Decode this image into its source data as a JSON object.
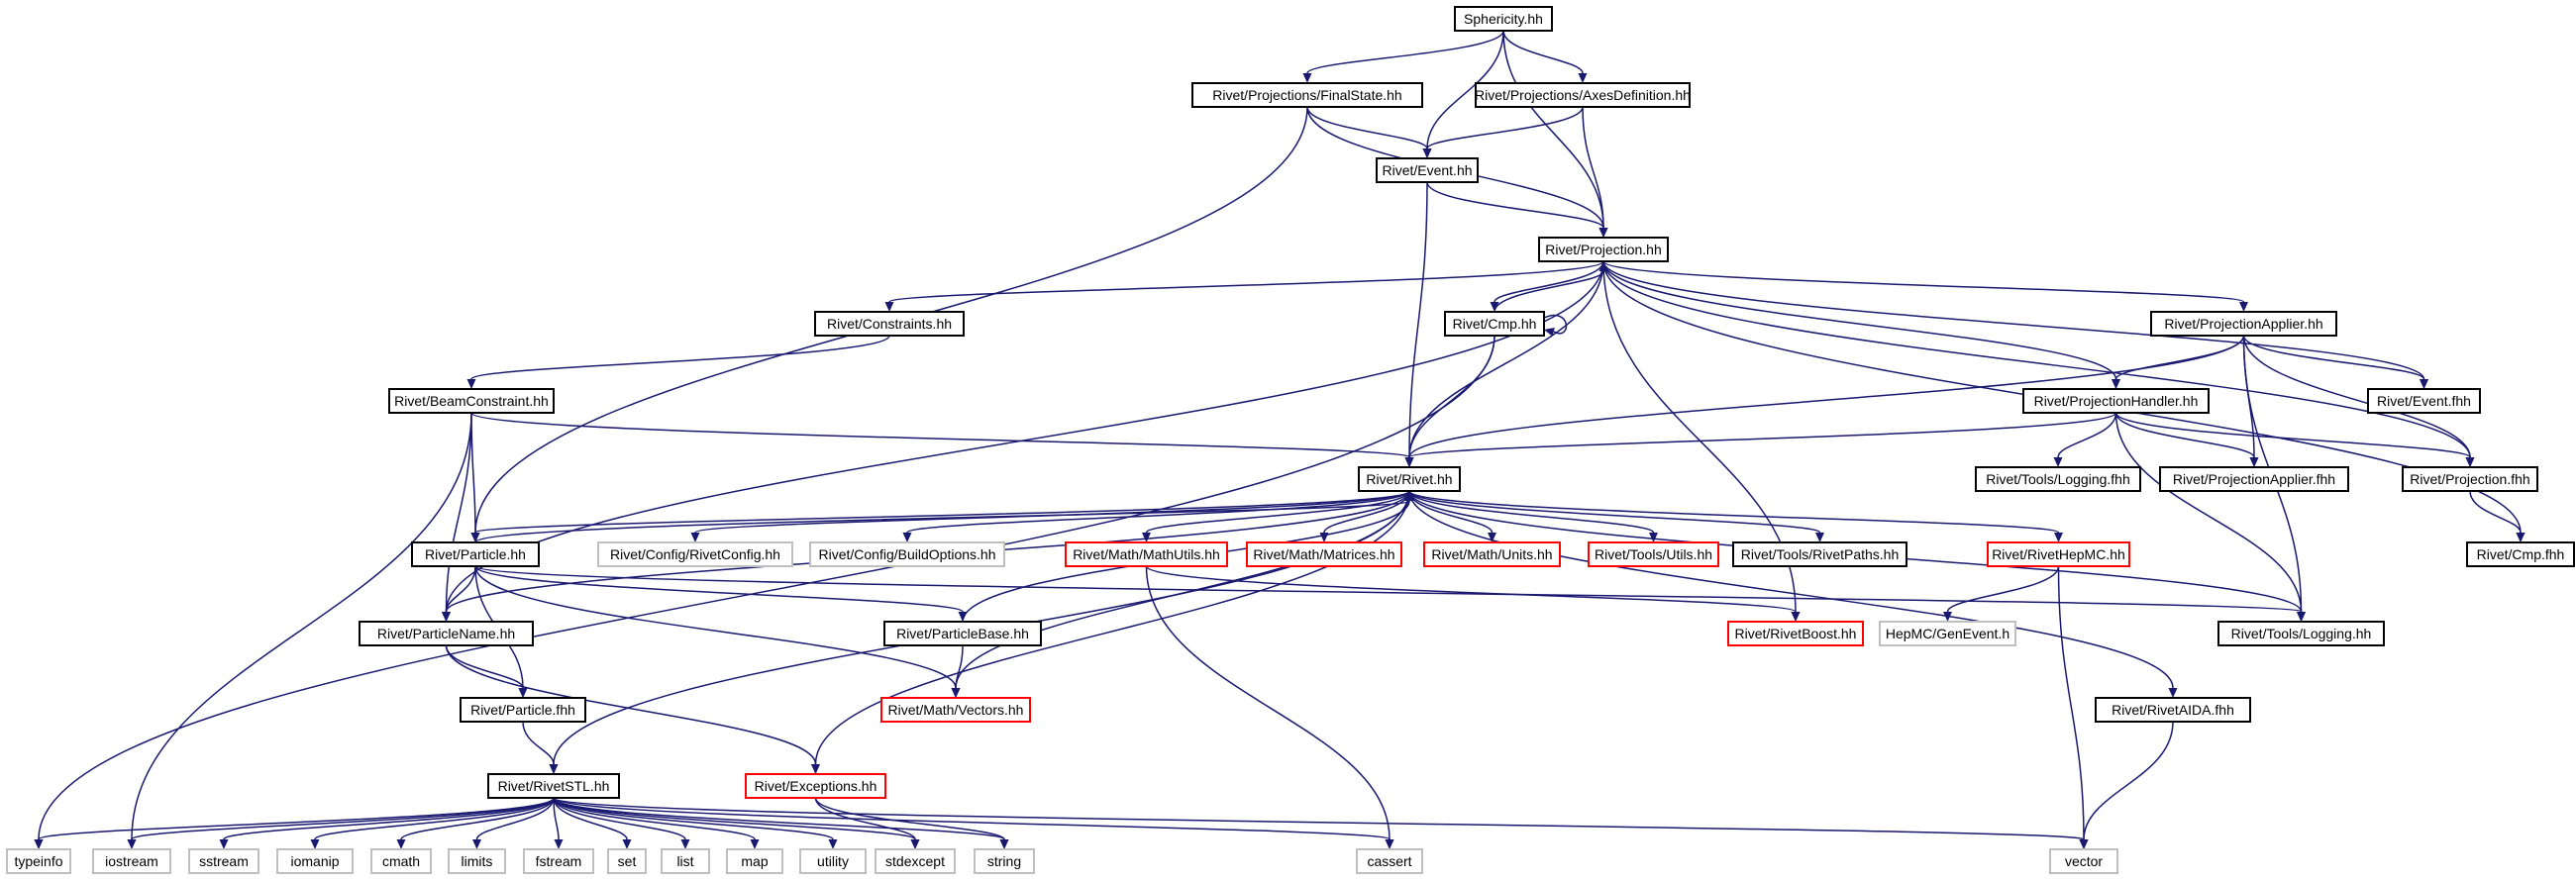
{
  "title": "Sphericity.hh",
  "colors": {
    "edge": "#191970",
    "root_fill": "#bfbfbf",
    "border_black": "#000000",
    "border_red": "#ff0000",
    "border_gray": "#bfbfbf"
  },
  "nodes": [
    {
      "id": "sphericity",
      "label": "Sphericity.hh",
      "style": "root"
    },
    {
      "id": "finalstate",
      "label": "Rivet/Projections/FinalState.hh",
      "style": "black"
    },
    {
      "id": "axesdef",
      "label": "Rivet/Projections/AxesDefinition.hh",
      "style": "black"
    },
    {
      "id": "event",
      "label": "Rivet/Event.hh",
      "style": "black"
    },
    {
      "id": "projection",
      "label": "Rivet/Projection.hh",
      "style": "black"
    },
    {
      "id": "constraints",
      "label": "Rivet/Constraints.hh",
      "style": "black"
    },
    {
      "id": "cmp",
      "label": "Rivet/Cmp.hh",
      "style": "black"
    },
    {
      "id": "projapplier",
      "label": "Rivet/ProjectionApplier.hh",
      "style": "black"
    },
    {
      "id": "beamconstraint",
      "label": "Rivet/BeamConstraint.hh",
      "style": "black"
    },
    {
      "id": "projhandler",
      "label": "Rivet/ProjectionHandler.hh",
      "style": "black"
    },
    {
      "id": "eventfhh",
      "label": "Rivet/Event.fhh",
      "style": "black"
    },
    {
      "id": "rivet",
      "label": "Rivet/Rivet.hh",
      "style": "black"
    },
    {
      "id": "toolslogfhh",
      "label": "Rivet/Tools/Logging.fhh",
      "style": "black"
    },
    {
      "id": "projapplierfhh",
      "label": "Rivet/ProjectionApplier.fhh",
      "style": "black"
    },
    {
      "id": "projfhh",
      "label": "Rivet/Projection.fhh",
      "style": "black"
    },
    {
      "id": "particle",
      "label": "Rivet/Particle.hh",
      "style": "black"
    },
    {
      "id": "rivetconfig",
      "label": "Rivet/Config/RivetConfig.hh",
      "style": "gray"
    },
    {
      "id": "buildoptions",
      "label": "Rivet/Config/BuildOptions.hh",
      "style": "gray"
    },
    {
      "id": "mathutils",
      "label": "Rivet/Math/MathUtils.hh",
      "style": "red"
    },
    {
      "id": "matrices",
      "label": "Rivet/Math/Matrices.hh",
      "style": "red"
    },
    {
      "id": "units",
      "label": "Rivet/Math/Units.hh",
      "style": "red"
    },
    {
      "id": "utils",
      "label": "Rivet/Tools/Utils.hh",
      "style": "red"
    },
    {
      "id": "rivetpaths",
      "label": "Rivet/Tools/RivetPaths.hh",
      "style": "black"
    },
    {
      "id": "rivethepmc",
      "label": "Rivet/RivetHepMC.hh",
      "style": "red"
    },
    {
      "id": "cmpfhh",
      "label": "Rivet/Cmp.fhh",
      "style": "black"
    },
    {
      "id": "particlename",
      "label": "Rivet/ParticleName.hh",
      "style": "black"
    },
    {
      "id": "particlebase",
      "label": "Rivet/ParticleBase.hh",
      "style": "black"
    },
    {
      "id": "rivetboost",
      "label": "Rivet/RivetBoost.hh",
      "style": "red"
    },
    {
      "id": "genevent",
      "label": "HepMC/GenEvent.h",
      "style": "gray"
    },
    {
      "id": "logging",
      "label": "Rivet/Tools/Logging.hh",
      "style": "black"
    },
    {
      "id": "particlefhh",
      "label": "Rivet/Particle.fhh",
      "style": "black"
    },
    {
      "id": "vectors",
      "label": "Rivet/Math/Vectors.hh",
      "style": "red"
    },
    {
      "id": "aidafhh",
      "label": "Rivet/RivetAIDA.fhh",
      "style": "black"
    },
    {
      "id": "exceptions",
      "label": "Rivet/Exceptions.hh",
      "style": "red"
    },
    {
      "id": "rivetstl",
      "label": "Rivet/RivetSTL.hh",
      "style": "black"
    },
    {
      "id": "typeinfo",
      "label": "typeinfo",
      "style": "gray"
    },
    {
      "id": "iostream",
      "label": "iostream",
      "style": "gray"
    },
    {
      "id": "sstream",
      "label": "sstream",
      "style": "gray"
    },
    {
      "id": "iomanip",
      "label": "iomanip",
      "style": "gray"
    },
    {
      "id": "cmath",
      "label": "cmath",
      "style": "gray"
    },
    {
      "id": "limits",
      "label": "limits",
      "style": "gray"
    },
    {
      "id": "fstream",
      "label": "fstream",
      "style": "gray"
    },
    {
      "id": "set",
      "label": "set",
      "style": "gray"
    },
    {
      "id": "list",
      "label": "list",
      "style": "gray"
    },
    {
      "id": "map",
      "label": "map",
      "style": "gray"
    },
    {
      "id": "utility",
      "label": "utility",
      "style": "gray"
    },
    {
      "id": "stdexcept",
      "label": "stdexcept",
      "style": "gray"
    },
    {
      "id": "string",
      "label": "string",
      "style": "gray"
    },
    {
      "id": "cassert",
      "label": "cassert",
      "style": "gray"
    },
    {
      "id": "vector",
      "label": "vector",
      "style": "gray"
    }
  ],
  "edges": [
    [
      "sphericity",
      "finalstate"
    ],
    [
      "sphericity",
      "event"
    ],
    [
      "sphericity",
      "axesdef"
    ],
    [
      "sphericity",
      "projection"
    ],
    [
      "finalstate",
      "particle"
    ],
    [
      "finalstate",
      "event"
    ],
    [
      "finalstate",
      "projection"
    ],
    [
      "axesdef",
      "event"
    ],
    [
      "axesdef",
      "projection"
    ],
    [
      "event",
      "projection"
    ],
    [
      "event",
      "rivet"
    ],
    [
      "projection",
      "constraints"
    ],
    [
      "projection",
      "cmp"
    ],
    [
      "projection",
      "rivet"
    ],
    [
      "projection",
      "projapplier"
    ],
    [
      "projection",
      "projhandler"
    ],
    [
      "projection",
      "eventfhh"
    ],
    [
      "projection",
      "projfhh"
    ],
    [
      "projection",
      "cmpfhh"
    ],
    [
      "projection",
      "particlename"
    ],
    [
      "projection",
      "rivetboost"
    ],
    [
      "constraints",
      "beamconstraint"
    ],
    [
      "cmp",
      "projection"
    ],
    [
      "cmp",
      "cmp"
    ],
    [
      "cmp",
      "rivet"
    ],
    [
      "cmp",
      "typeinfo"
    ],
    [
      "projapplier",
      "rivet"
    ],
    [
      "projapplier",
      "projhandler"
    ],
    [
      "projapplier",
      "eventfhh"
    ],
    [
      "projapplier",
      "projapplierfhh"
    ],
    [
      "projapplier",
      "projfhh"
    ],
    [
      "projapplier",
      "logging"
    ],
    [
      "beamconstraint",
      "rivet"
    ],
    [
      "beamconstraint",
      "particle"
    ],
    [
      "beamconstraint",
      "particlename"
    ],
    [
      "beamconstraint",
      "iostream"
    ],
    [
      "projhandler",
      "rivet"
    ],
    [
      "projhandler",
      "toolslogfhh"
    ],
    [
      "projhandler",
      "projapplierfhh"
    ],
    [
      "projhandler",
      "projfhh"
    ],
    [
      "projhandler",
      "logging"
    ],
    [
      "projfhh",
      "cmpfhh"
    ],
    [
      "rivet",
      "particle"
    ],
    [
      "rivet",
      "rivetconfig"
    ],
    [
      "rivet",
      "buildoptions"
    ],
    [
      "rivet",
      "mathutils"
    ],
    [
      "rivet",
      "matrices"
    ],
    [
      "rivet",
      "units"
    ],
    [
      "rivet",
      "utils"
    ],
    [
      "rivet",
      "rivetpaths"
    ],
    [
      "rivet",
      "rivethepmc"
    ],
    [
      "rivet",
      "particlename"
    ],
    [
      "rivet",
      "exceptions"
    ],
    [
      "rivet",
      "rivetstl"
    ],
    [
      "rivet",
      "vectors"
    ],
    [
      "rivet",
      "logging"
    ],
    [
      "rivet",
      "aidafhh"
    ],
    [
      "particle",
      "rivet"
    ],
    [
      "particle",
      "particlename"
    ],
    [
      "particle",
      "particlefhh"
    ],
    [
      "particle",
      "particlebase"
    ],
    [
      "particle",
      "vectors"
    ],
    [
      "particle",
      "logging"
    ],
    [
      "particlebase",
      "rivet"
    ],
    [
      "particlebase",
      "vectors"
    ],
    [
      "mathutils",
      "rivetboost"
    ],
    [
      "mathutils",
      "cassert"
    ],
    [
      "rivethepmc",
      "genevent"
    ],
    [
      "rivethepmc",
      "vector"
    ],
    [
      "particlename",
      "particlefhh"
    ],
    [
      "particlename",
      "exceptions"
    ],
    [
      "particlefhh",
      "rivetstl"
    ],
    [
      "exceptions",
      "stdexcept"
    ],
    [
      "exceptions",
      "string"
    ],
    [
      "aidafhh",
      "vector"
    ],
    [
      "rivetstl",
      "typeinfo"
    ],
    [
      "rivetstl",
      "iostream"
    ],
    [
      "rivetstl",
      "sstream"
    ],
    [
      "rivetstl",
      "iomanip"
    ],
    [
      "rivetstl",
      "cmath"
    ],
    [
      "rivetstl",
      "limits"
    ],
    [
      "rivetstl",
      "fstream"
    ],
    [
      "rivetstl",
      "set"
    ],
    [
      "rivetstl",
      "list"
    ],
    [
      "rivetstl",
      "map"
    ],
    [
      "rivetstl",
      "utility"
    ],
    [
      "rivetstl",
      "stdexcept"
    ],
    [
      "rivetstl",
      "string"
    ],
    [
      "rivetstl",
      "cassert"
    ],
    [
      "rivetstl",
      "vector"
    ]
  ]
}
